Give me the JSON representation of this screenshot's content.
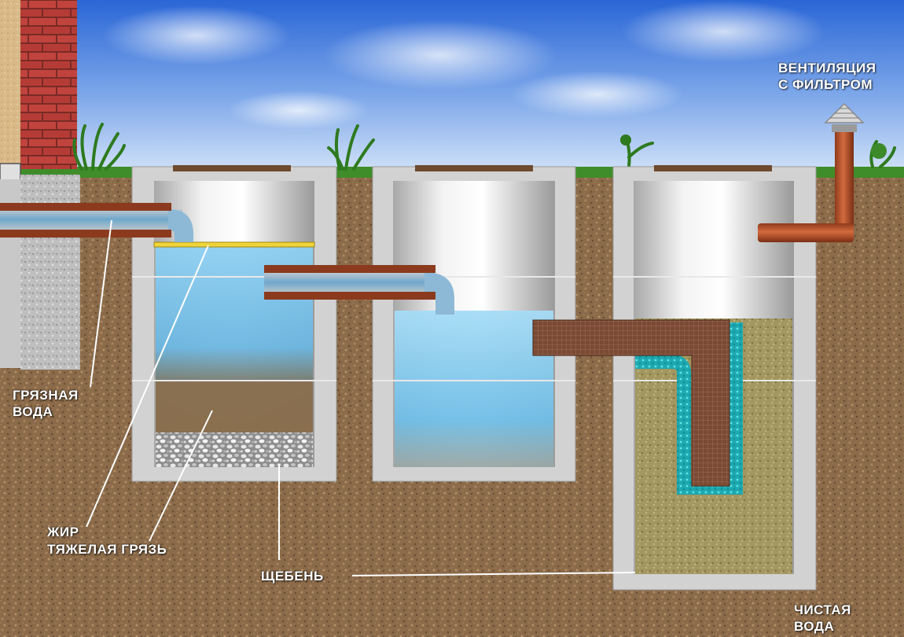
{
  "labels": {
    "ventilation": [
      "ВЕНТИЛЯЦИЯ",
      "С ФИЛЬТРОМ"
    ],
    "dirty_water": [
      "ГРЯЗНАЯ",
      "ВОДА"
    ],
    "fat": "ЖИР",
    "heavy_dirt": "ТЯЖЕЛАЯ ГРЯЗЬ",
    "gravel": "ЩЕБЕНЬ",
    "clean_water": [
      "ЧИСТАЯ",
      "ВОДА"
    ]
  },
  "colors": {
    "sky_top": "#2a66d6",
    "sky_bottom": "#cfe0f7",
    "soil": "#8b6b4a",
    "concrete": "#c9c9c9",
    "water": "#7cc4ee",
    "pipe": "#8b3a1e",
    "vent_pipe": "#b5542c",
    "filter_media": "#9a8f55",
    "biofilm": "#2ec8c8",
    "brick": "#b23a34",
    "grass": "#3f8d2a"
  }
}
